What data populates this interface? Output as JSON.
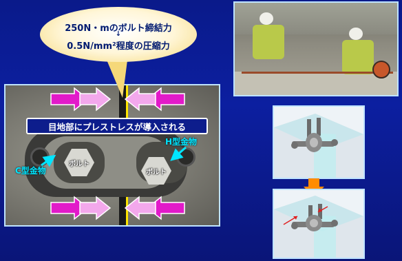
{
  "callout": {
    "torque": "250N・mのボルト締結力",
    "arrow": "↓",
    "stress": "0.5N/mm²程度の圧縮力"
  },
  "photo_left": {
    "banner": "目地部にプレストレスが導入される",
    "bolt_left": "ボルト",
    "bolt_right": "ボルト",
    "label_h": "H型金物",
    "label_c": "C型金物"
  },
  "colors": {
    "background": "#0c1fa0",
    "arrow_magenta": "#e21ac9",
    "label_cyan": "#00e5ff",
    "down_arrow": "#ff8c00",
    "joint_line": "#ffe600"
  }
}
